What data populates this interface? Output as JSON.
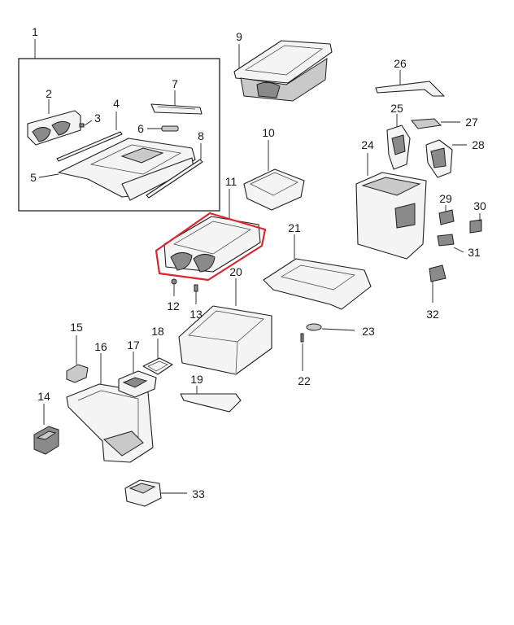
{
  "highlight_color": "#d9252b",
  "callouts": [
    {
      "id": "1",
      "text": "1"
    },
    {
      "id": "2",
      "text": "2"
    },
    {
      "id": "3",
      "text": "3"
    },
    {
      "id": "4",
      "text": "4"
    },
    {
      "id": "5",
      "text": "5"
    },
    {
      "id": "6",
      "text": "6"
    },
    {
      "id": "7",
      "text": "7"
    },
    {
      "id": "8",
      "text": "8"
    },
    {
      "id": "9",
      "text": "9"
    },
    {
      "id": "10",
      "text": "10"
    },
    {
      "id": "11",
      "text": "11"
    },
    {
      "id": "12",
      "text": "12"
    },
    {
      "id": "13",
      "text": "13"
    },
    {
      "id": "14",
      "text": "14"
    },
    {
      "id": "15",
      "text": "15"
    },
    {
      "id": "16",
      "text": "16"
    },
    {
      "id": "17",
      "text": "17"
    },
    {
      "id": "18",
      "text": "18"
    },
    {
      "id": "19",
      "text": "19"
    },
    {
      "id": "20",
      "text": "20"
    },
    {
      "id": "21",
      "text": "21"
    },
    {
      "id": "22",
      "text": "22"
    },
    {
      "id": "23",
      "text": "23"
    },
    {
      "id": "24",
      "text": "24"
    },
    {
      "id": "25",
      "text": "25"
    },
    {
      "id": "26",
      "text": "26"
    },
    {
      "id": "27",
      "text": "27"
    },
    {
      "id": "28",
      "text": "28"
    },
    {
      "id": "29",
      "text": "29"
    },
    {
      "id": "30",
      "text": "30"
    },
    {
      "id": "31",
      "text": "31"
    },
    {
      "id": "32",
      "text": "32"
    },
    {
      "id": "33",
      "text": "33"
    }
  ],
  "highlighted_part": "11"
}
